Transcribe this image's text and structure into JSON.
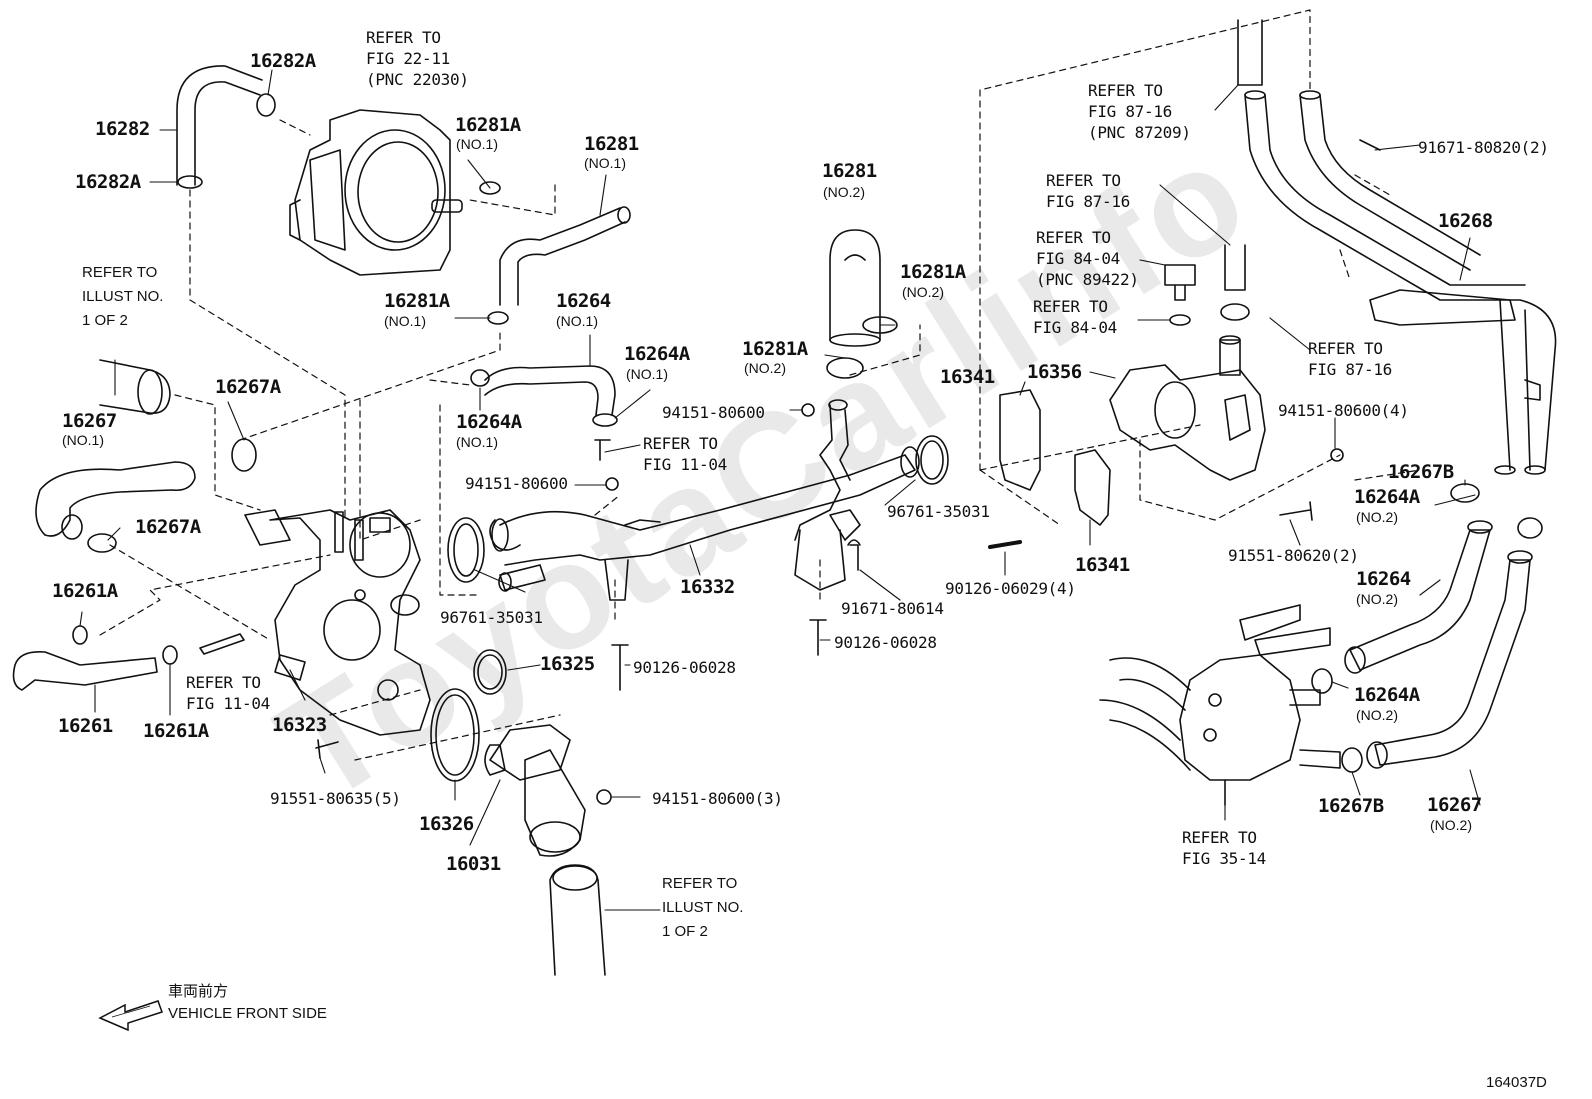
{
  "watermark": "ToyotaCarlinfo",
  "diagram_code": "164037D",
  "front_indicator": {
    "ja": "車両前方",
    "en": "VEHICLE FRONT SIDE"
  },
  "labels": {
    "l16282A_top": "16282A",
    "l16282": "16282",
    "l16282A_bot": "16282A",
    "ref_22_11": "REFER TO\nFIG 22-11\n(PNC 22030)",
    "l16281A_a": "16281A",
    "l16281A_a_sub": "(NO.1)",
    "l16281_no1": "16281",
    "l16281_no1_sub": "(NO.1)",
    "ref_illust_left": "REFER TO\nILLUST NO.\n1 OF 2",
    "l16281A_b": "16281A",
    "l16281A_b_sub": "(NO.1)",
    "l16264_no1": "16264",
    "l16264_no1_sub": "(NO.1)",
    "l16264A_a": "16264A",
    "l16264A_a_sub": "(NO.1)",
    "l16267A_a": "16267A",
    "l16267_no1": "16267",
    "l16267_no1_sub": "(NO.1)",
    "l16264A_b": "16264A",
    "l16264A_b_sub": "(NO.1)",
    "l16267A_b": "16267A",
    "ref_11_04_a": "REFER TO\nFIG 11-04",
    "p94151_a": "94151-80600",
    "p94151_b": "94151-80600",
    "l16261A_a": "16261A",
    "l16261": "16261",
    "l16261A_b": "16261A",
    "ref_11_04_b": "REFER TO\nFIG 11-04",
    "l16323": "16323",
    "p96761_a": "96761-35031",
    "l16332": "16332",
    "p90126_a": "90126-06028",
    "l16325": "16325",
    "p91551_a": "91551-80635(5)",
    "l16326": "16326",
    "l16031": "16031",
    "p94151_c": "94151-80600(3)",
    "ref_illust_bottom": "REFER TO\nILLUST NO.\n1 OF 2",
    "l16281_no2": "16281",
    "l16281_no2_sub": "(NO.2)",
    "l16281A_c": "16281A",
    "l16281A_c_sub": "(NO.2)",
    "l16281A_d": "16281A",
    "l16281A_d_sub": "(NO.2)",
    "p96761_b": "96761-35031",
    "p91671_a": "91671-80614",
    "p90126_b": "90126-06028",
    "l16341_a": "16341",
    "l16356": "16356",
    "l16341_b": "16341",
    "p90126_c": "90126-06029(4)",
    "ref_87_16_top": "REFER TO\nFIG 87-16\n(PNC 87209)",
    "ref_87_16_mid": "REFER TO\nFIG 87-16",
    "ref_84_04_a": "REFER TO\nFIG 84-04\n(PNC 89422)",
    "ref_84_04_b": "REFER TO\nFIG 84-04",
    "ref_87_16_right": "REFER TO\nFIG 87-16",
    "p91671_b": "91671-80820(2)",
    "l16268": "16268",
    "p94151_d": "94151-80600(4)",
    "l16267B_a": "16267B",
    "l16264A_c": "16264A",
    "l16264A_c_sub": "(NO.2)",
    "p91551_b": "91551-80620(2)",
    "l16264_no2": "16264",
    "l16264_no2_sub": "(NO.2)",
    "l16264A_d": "16264A",
    "l16264A_d_sub": "(NO.2)",
    "l16267B_b": "16267B",
    "l16267_no2": "16267",
    "l16267_no2_sub": "(NO.2)",
    "ref_35_14": "REFER TO\nFIG 35-14"
  }
}
